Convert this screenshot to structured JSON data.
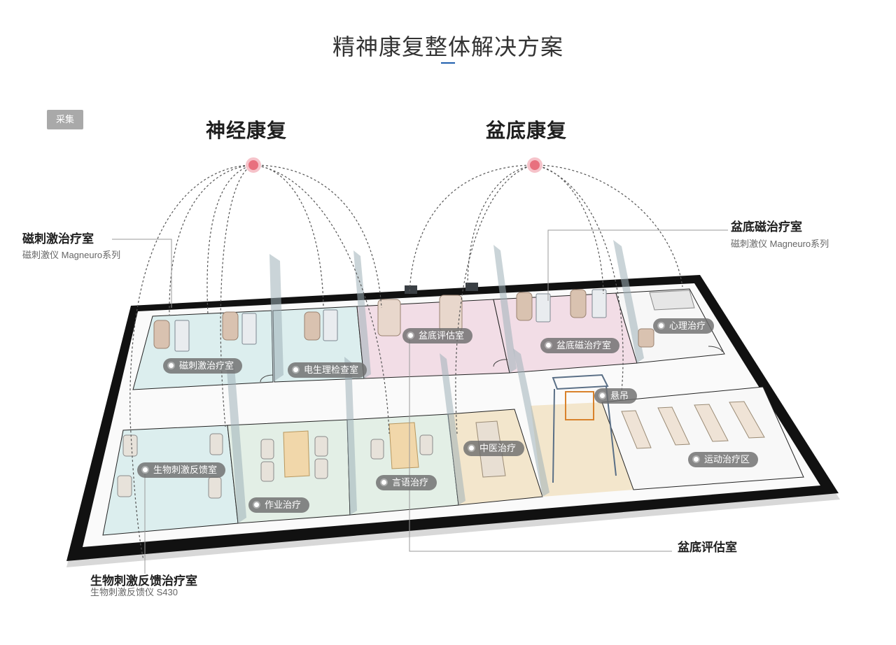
{
  "header": {
    "title": "精神康复整体解决方案"
  },
  "collect_button": "采集",
  "sections": {
    "neuro": "神经康复",
    "pelvic": "盆底康复"
  },
  "callouts": {
    "magnetic_room": {
      "title": "磁刺激治疗室",
      "sub": "磁刺激仪  Magneuro系列"
    },
    "pelvic_magnetic_room": {
      "title": "盆底磁治疗室",
      "sub": "磁刺激仪 Magneuro系列"
    },
    "biofeedback_room": {
      "title": "生物刺激反馈治疗室",
      "sub": "生物刺激反馈仪  S430"
    },
    "pelvic_eval_room": {
      "title": "盆底评估室"
    }
  },
  "room_tags": {
    "magnetic": "磁刺激治疗室",
    "electro": "电生理检查室",
    "pelvic_eval": "盆底评估室",
    "pelvic_magnetic": "盆底磁治疗室",
    "psych": "心理治疗",
    "suspension": "悬吊",
    "biofeedback": "生物刺激反馈室",
    "occupational": "作业治疗",
    "speech": "言语治疗",
    "tcm": "中医治疗",
    "exercise": "运动治疗区"
  },
  "colors": {
    "accent_underline": "#1f5fae",
    "hub_dot": "#e8707e",
    "room_teal": "#dceeee",
    "room_pink": "#f2dde6",
    "room_beige": "#f3e6cc",
    "room_mint": "#e3efe6"
  }
}
